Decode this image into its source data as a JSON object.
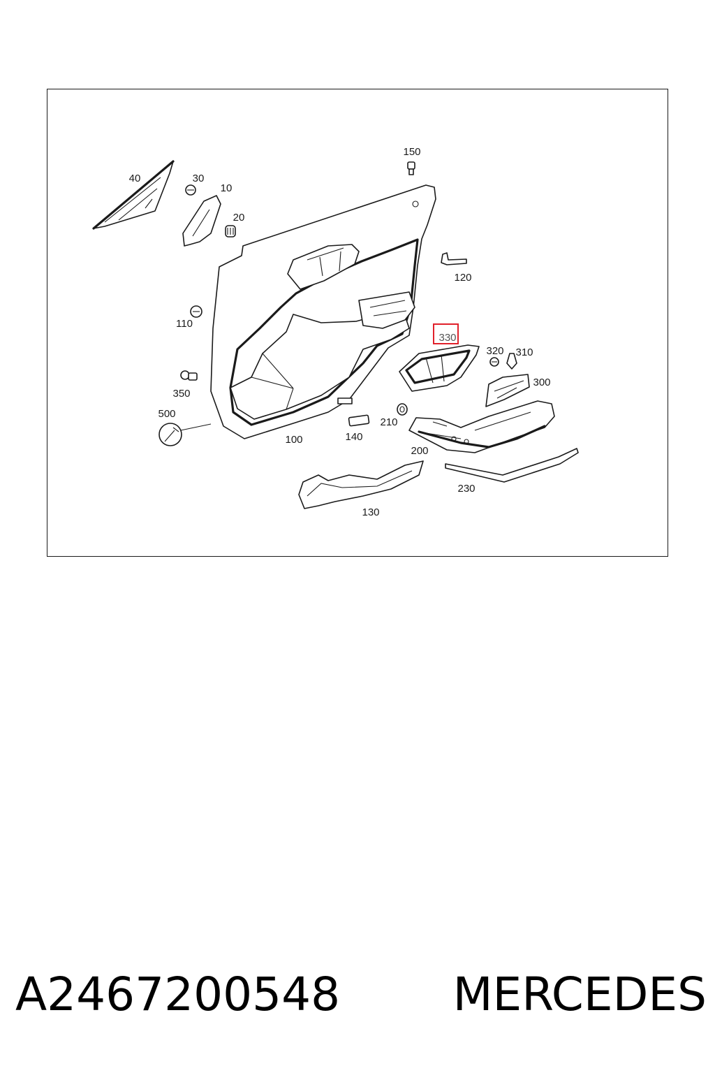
{
  "diagram": {
    "callouts": [
      {
        "id": "40",
        "label": "40"
      },
      {
        "id": "30",
        "label": "30"
      },
      {
        "id": "10",
        "label": "10"
      },
      {
        "id": "20",
        "label": "20"
      },
      {
        "id": "150",
        "label": "150"
      },
      {
        "id": "120",
        "label": "120"
      },
      {
        "id": "110",
        "label": "110"
      },
      {
        "id": "330",
        "label": "330",
        "highlighted": true
      },
      {
        "id": "320",
        "label": "320"
      },
      {
        "id": "310",
        "label": "310"
      },
      {
        "id": "300",
        "label": "300"
      },
      {
        "id": "350",
        "label": "350"
      },
      {
        "id": "500",
        "label": "500"
      },
      {
        "id": "100",
        "label": "100"
      },
      {
        "id": "140",
        "label": "140"
      },
      {
        "id": "210",
        "label": "210"
      },
      {
        "id": "200",
        "label": "200"
      },
      {
        "id": "230",
        "label": "230"
      },
      {
        "id": "130",
        "label": "130"
      }
    ],
    "highlight_color": "#e0212b"
  },
  "caption": {
    "part_number": "A2467200548",
    "brand": "MERCEDES"
  }
}
